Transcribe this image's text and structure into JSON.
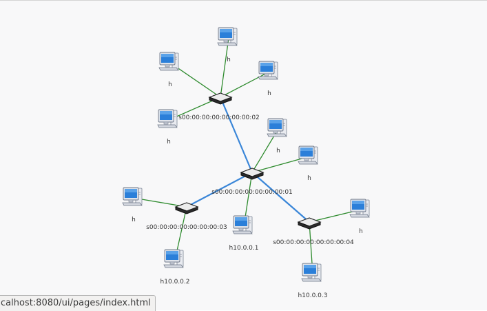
{
  "colors": {
    "switch_link": "#3a86d8",
    "host_link": "#2e8b2e",
    "background": "#f8f8f9",
    "label": "#333333"
  },
  "topology": {
    "switches": [
      {
        "id": "s2",
        "label": "s00:00:00:00:00:00:00:02",
        "icon": "network-switch-icon"
      },
      {
        "id": "s1",
        "label": "s00:00:00:00:00:00:00:01",
        "icon": "network-switch-icon"
      },
      {
        "id": "s3",
        "label": "s00:00:00:00:00:00:00:03",
        "icon": "network-switch-icon"
      },
      {
        "id": "s4",
        "label": "s00:00:00:00:00:00:00:04",
        "icon": "network-switch-icon"
      }
    ],
    "hosts": [
      {
        "id": "h_a",
        "label": "h",
        "switch": "s2",
        "icon": "computer-host-icon"
      },
      {
        "id": "h_b",
        "label": "h",
        "switch": "s2",
        "icon": "computer-host-icon"
      },
      {
        "id": "h_c",
        "label": "h",
        "switch": "s2",
        "icon": "computer-host-icon"
      },
      {
        "id": "h_d",
        "label": "h",
        "switch": "s2",
        "icon": "computer-host-icon"
      },
      {
        "id": "h_e",
        "label": "h",
        "switch": "s1",
        "icon": "computer-host-icon"
      },
      {
        "id": "h_f",
        "label": "h",
        "switch": "s1",
        "icon": "computer-host-icon"
      },
      {
        "id": "h_g",
        "label": "h10.0.0.1",
        "switch": "s1",
        "icon": "computer-host-icon"
      },
      {
        "id": "h_h",
        "label": "h",
        "switch": "s3",
        "icon": "computer-host-icon"
      },
      {
        "id": "h_i",
        "label": "h10.0.0.2",
        "switch": "s3",
        "icon": "computer-host-icon"
      },
      {
        "id": "h_j",
        "label": "h",
        "switch": "s4",
        "icon": "computer-host-icon"
      },
      {
        "id": "h_k",
        "label": "h10.0.0.3",
        "switch": "s4",
        "icon": "computer-host-icon"
      }
    ],
    "switch_links": [
      [
        "s2",
        "s1"
      ],
      [
        "s1",
        "s3"
      ],
      [
        "s1",
        "s4"
      ]
    ]
  },
  "status_bar": {
    "url": "calhost:8080/ui/pages/index.html"
  }
}
